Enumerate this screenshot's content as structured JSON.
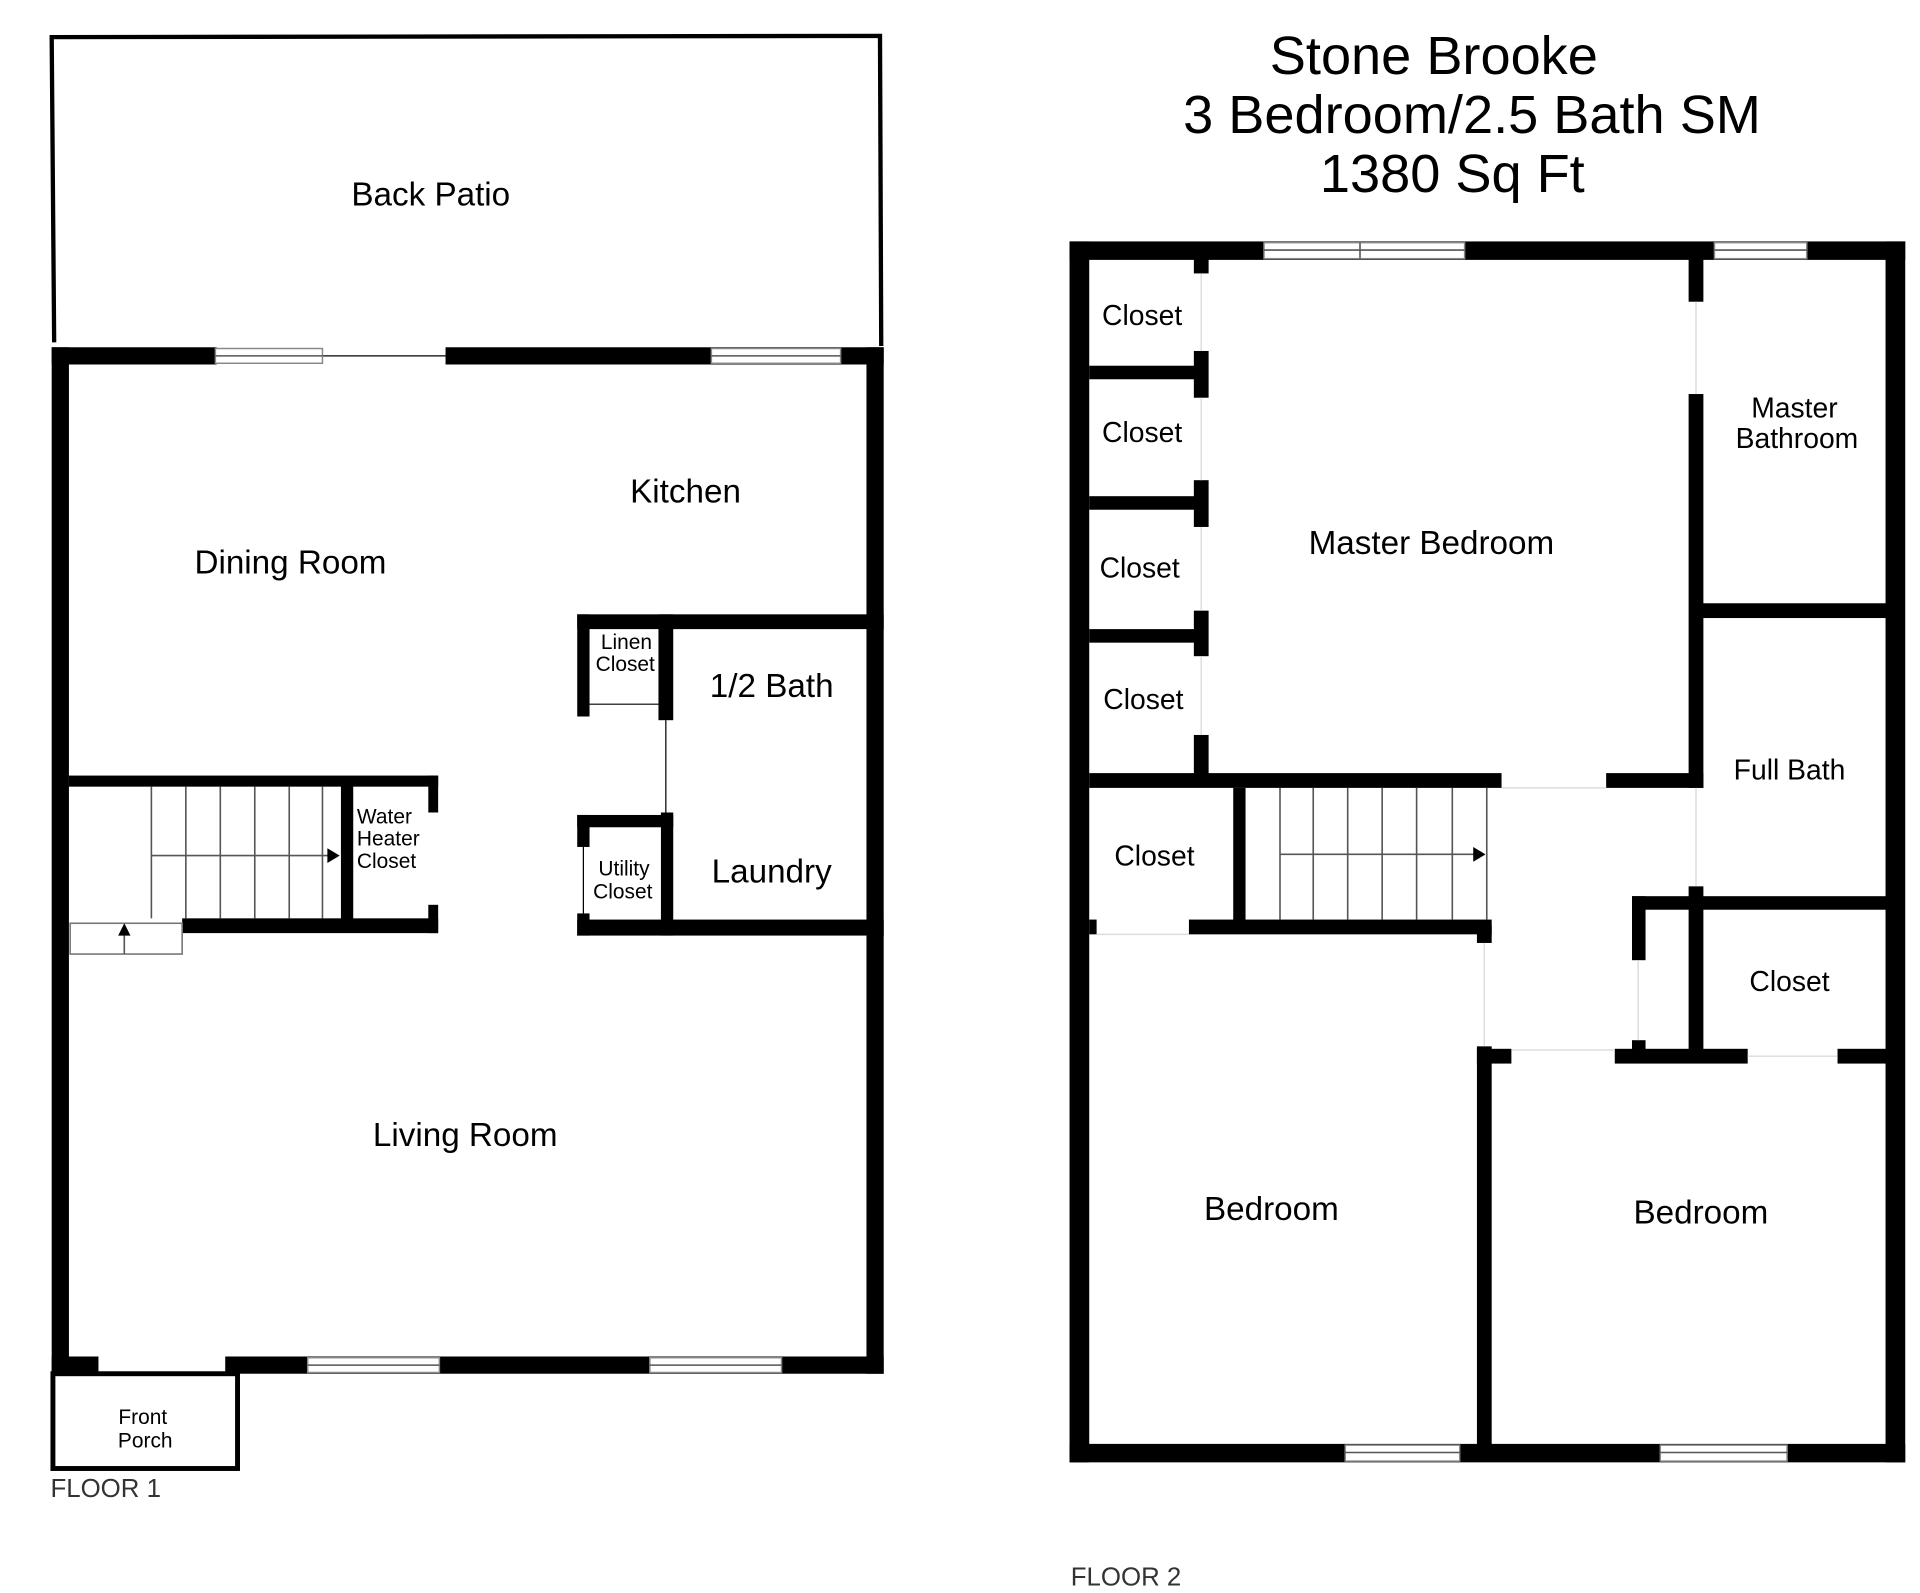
{
  "title": {
    "line1": "Stone Brooke",
    "line2": "3 Bedroom/2.5 Bath SM",
    "line3": "1380 Sq Ft"
  },
  "floor1": {
    "label": "FLOOR 1",
    "rooms": {
      "back_patio": "Back Patio",
      "kitchen": "Kitchen",
      "dining_room": "Dining Room",
      "linen_closet": [
        "Linen",
        "Closet"
      ],
      "half_bath": "1/2 Bath",
      "water_heater_closet": [
        "Water",
        "Heater",
        "Closet"
      ],
      "utility_closet": [
        "Utility",
        "Closet"
      ],
      "laundry": "Laundry",
      "living_room": "Living Room",
      "front_porch": [
        "Front",
        "Porch"
      ]
    }
  },
  "floor2": {
    "label": "FLOOR 2",
    "rooms": {
      "closet_1": "Closet",
      "closet_2": "Closet",
      "closet_3": "Closet",
      "closet_4": "Closet",
      "closet_5": "Closet",
      "closet_6": "Closet",
      "master_bedroom": "Master Bedroom",
      "master_bathroom": [
        "Master",
        "Bathroom"
      ],
      "full_bath": "Full Bath",
      "bedroom_1": "Bedroom",
      "bedroom_2": "Bedroom"
    }
  }
}
